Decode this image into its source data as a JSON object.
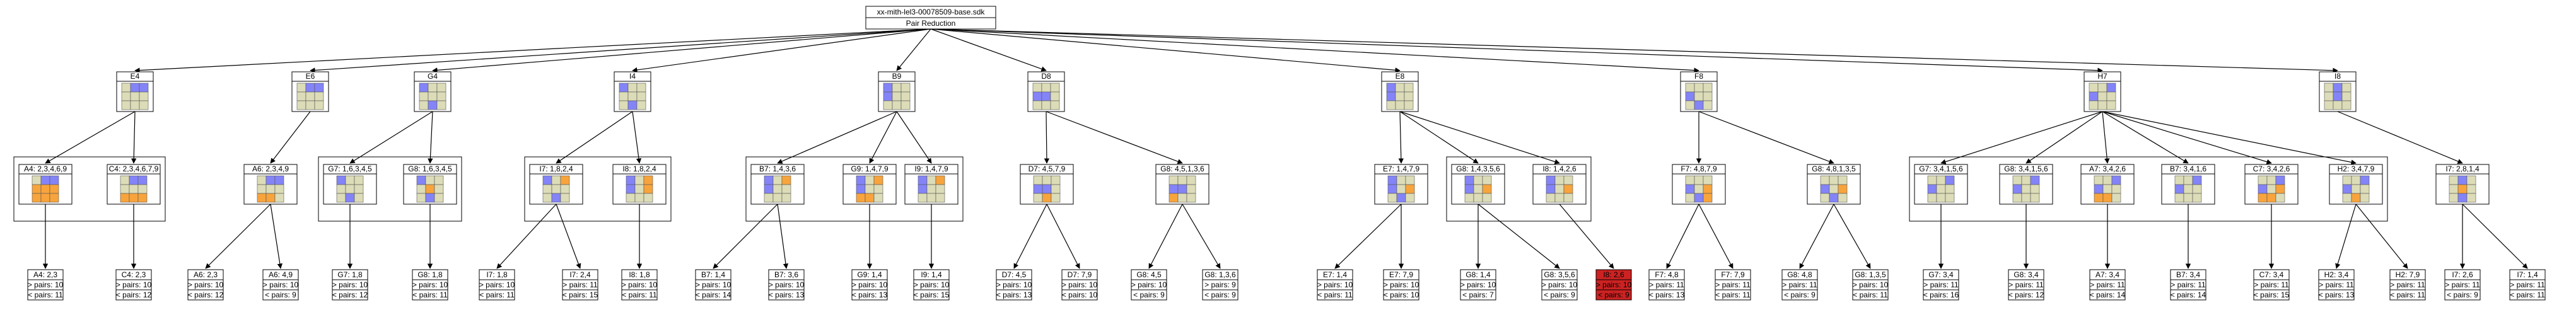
{
  "colors": {
    "cell": "#dcdcb8",
    "blue": "#8484f8",
    "orange": "#f8a43c",
    "red": "#cc2222",
    "line": "#000000"
  },
  "root": {
    "id": "xx-mith-lel3-00078509-base.sdk",
    "title": "Pair Reduction"
  },
  "level1": [
    {
      "label": "E4",
      "grid": [
        "wbb",
        "www",
        "www"
      ]
    },
    {
      "label": "E6",
      "grid": [
        "wbb",
        "www",
        "www"
      ]
    },
    {
      "label": "G4",
      "grid": [
        "bww",
        "www",
        "wbw"
      ]
    },
    {
      "label": "I4",
      "grid": [
        "bww",
        "www",
        "wbw"
      ]
    },
    {
      "label": "B9",
      "grid": [
        "bww",
        "bww",
        "www"
      ]
    },
    {
      "label": "D8",
      "grid": [
        "www",
        "bbw",
        "www"
      ]
    },
    {
      "label": "E8",
      "grid": [
        "bww",
        "bww",
        "www"
      ]
    },
    {
      "label": "F8",
      "grid": [
        "www",
        "bww",
        "wbw"
      ]
    },
    {
      "label": "H7",
      "grid": [
        "wwb",
        "bww",
        "www"
      ]
    },
    {
      "label": "I8",
      "grid": [
        "wbw",
        "wbw",
        "www"
      ]
    }
  ],
  "level2": [
    {
      "label": "A4: 2,3,4,6,9",
      "grid": [
        "wbb",
        "ooo",
        "ooo"
      ]
    },
    {
      "label": "C4: 2,3,4,6,7,9",
      "grid": [
        "wbb",
        "www",
        "ooo"
      ]
    },
    {
      "label": "A6: 2,3,4,9",
      "grid": [
        "wbb",
        "www",
        "oow"
      ]
    },
    {
      "label": "G7: 1,6,3,4,5",
      "grid": [
        "bww",
        "www",
        "wbw"
      ]
    },
    {
      "label": "G8: 1,6,3,4,5",
      "grid": [
        "bww",
        "wow",
        "wbw"
      ]
    },
    {
      "label": "I7: 1,8,2,4",
      "grid": [
        "bwo",
        "www",
        "wbw"
      ]
    },
    {
      "label": "I8: 1,8,2,4",
      "grid": [
        "bwo",
        "bwo",
        "www"
      ]
    },
    {
      "label": "B7: 1,4,3,6",
      "grid": [
        "bwo",
        "bww",
        "www"
      ]
    },
    {
      "label": "G9: 1,4,7,9",
      "grid": [
        "bwo",
        "bww",
        "oow"
      ]
    },
    {
      "label": "I9: 1,4,7,9",
      "grid": [
        "bwo",
        "bww",
        "www"
      ]
    },
    {
      "label": "D7: 4,5,7,9",
      "grid": [
        "www",
        "bbw",
        "wow"
      ]
    },
    {
      "label": "G8: 4,5,1,3,6",
      "grid": [
        "www",
        "bbw",
        "oww"
      ]
    },
    {
      "label": "E7: 1,4,7,9",
      "grid": [
        "bww",
        "bwo",
        "wbw"
      ]
    },
    {
      "label": "G8: 1,4,3,5,6",
      "grid": [
        "bww",
        "bwo",
        "www"
      ]
    },
    {
      "label": "I8: 1,4,2,6",
      "grid": [
        "bww",
        "bwo",
        "www"
      ]
    },
    {
      "label": "F7: 4,8,7,9",
      "grid": [
        "www",
        "bwo",
        "wbo"
      ]
    },
    {
      "label": "G8: 4,8,1,3,5",
      "grid": [
        "www",
        "bwo",
        "wbw"
      ]
    },
    {
      "label": "G7: 3,4,1,5,6",
      "grid": [
        "wwb",
        "bww",
        "www"
      ]
    },
    {
      "label": "G8: 3,4,1,5,6",
      "grid": [
        "wwb",
        "bww",
        "www"
      ]
    },
    {
      "label": "A7: 3,4,2,6",
      "grid": [
        "wwb",
        "bww",
        "oow"
      ]
    },
    {
      "label": "B7: 3,4,1,6",
      "grid": [
        "wwb",
        "bww",
        "www"
      ]
    },
    {
      "label": "C7: 3,4,2,6",
      "grid": [
        "wwb",
        "bwo",
        "oow"
      ]
    },
    {
      "label": "H2: 3,4,7,9",
      "grid": [
        "wwb",
        "bww",
        "wow"
      ]
    },
    {
      "label": "I7: 2,8,1,4",
      "grid": [
        "wbw",
        "wow",
        "wbw"
      ]
    }
  ],
  "leaves": [
    {
      "title": "A4: 2,3",
      "pairs": "> pairs: 10",
      "less": "< pairs: 11",
      "red": false
    },
    {
      "title": "C4: 2,3",
      "pairs": "> pairs: 10",
      "less": "< pairs: 12",
      "red": false
    },
    {
      "title": "A6: 2,3",
      "pairs": "> pairs: 10",
      "less": "< pairs: 12",
      "red": false
    },
    {
      "title": "A6: 4,9",
      "pairs": "> pairs: 10",
      "less": "< pairs: 9",
      "red": false
    },
    {
      "title": "G7: 1,8",
      "pairs": "> pairs: 10",
      "less": "< pairs: 12",
      "red": false
    },
    {
      "title": "G8: 1,8",
      "pairs": "> pairs: 10",
      "less": "< pairs: 11",
      "red": false
    },
    {
      "title": "I7: 1,8",
      "pairs": "> pairs: 10",
      "less": "< pairs: 11",
      "red": false
    },
    {
      "title": "I7: 2,4",
      "pairs": "> pairs: 11",
      "less": "< pairs: 15",
      "red": false
    },
    {
      "title": "I8: 1,8",
      "pairs": "> pairs: 10",
      "less": "< pairs: 11",
      "red": false
    },
    {
      "title": "B7: 1,4",
      "pairs": "> pairs: 10",
      "less": "< pairs: 14",
      "red": false
    },
    {
      "title": "B7: 3,6",
      "pairs": "> pairs: 10",
      "less": "< pairs: 13",
      "red": false
    },
    {
      "title": "G9: 1,4",
      "pairs": "> pairs: 10",
      "less": "< pairs: 13",
      "red": false
    },
    {
      "title": "I9: 1,4",
      "pairs": "> pairs: 10",
      "less": "< pairs: 15",
      "red": false
    },
    {
      "title": "D7: 4,5",
      "pairs": "> pairs: 10",
      "less": "< pairs: 13",
      "red": false
    },
    {
      "title": "D7: 7,9",
      "pairs": "> pairs: 10",
      "less": "< pairs: 10",
      "red": false
    },
    {
      "title": "G8: 4,5",
      "pairs": "> pairs: 10",
      "less": "< pairs: 9",
      "red": false
    },
    {
      "title": "G8: 1,3,6",
      "pairs": "> pairs: 9",
      "less": "< pairs: 9",
      "red": false
    },
    {
      "title": "E7: 1,4",
      "pairs": "> pairs: 10",
      "less": "< pairs: 11",
      "red": false
    },
    {
      "title": "E7: 7,9",
      "pairs": "> pairs: 10",
      "less": "< pairs: 10",
      "red": false
    },
    {
      "title": "G8: 1,4",
      "pairs": "> pairs: 10",
      "less": "< pairs: 7",
      "red": false
    },
    {
      "title": "G8: 3,5,6",
      "pairs": "> pairs: 10",
      "less": "< pairs: 9",
      "red": false
    },
    {
      "title": "I8: 2,6",
      "pairs": "> pairs: 10",
      "less": "< pairs: 9",
      "red": true
    },
    {
      "title": "F7: 4,8",
      "pairs": "> pairs: 11",
      "less": "< pairs: 13",
      "red": false
    },
    {
      "title": "F7: 7,9",
      "pairs": "> pairs: 11",
      "less": "< pairs: 11",
      "red": false
    },
    {
      "title": "G8: 4,8",
      "pairs": "> pairs: 11",
      "less": "< pairs: 9",
      "red": false
    },
    {
      "title": "G8: 1,3,5",
      "pairs": "> pairs: 10",
      "less": "< pairs: 11",
      "red": false
    },
    {
      "title": "G7: 3,4",
      "pairs": "> pairs: 11",
      "less": "< pairs: 16",
      "red": false
    },
    {
      "title": "G8: 3,4",
      "pairs": "> pairs: 11",
      "less": "< pairs: 12",
      "red": false
    },
    {
      "title": "A7: 3,4",
      "pairs": "> pairs: 11",
      "less": "< pairs: 14",
      "red": false
    },
    {
      "title": "B7: 3,4",
      "pairs": "> pairs: 11",
      "less": "< pairs: 14",
      "red": false
    },
    {
      "title": "C7: 3,4",
      "pairs": "> pairs: 11",
      "less": "< pairs: 15",
      "red": false
    },
    {
      "title": "H2: 3,4",
      "pairs": "> pairs: 11",
      "less": "< pairs: 13",
      "red": false
    },
    {
      "title": "H2: 7,9",
      "pairs": "> pairs: 11",
      "less": "< pairs: 11",
      "red": false
    },
    {
      "title": "I7: 2,6",
      "pairs": "> pairs: 11",
      "less": "< pairs: 9",
      "red": false
    },
    {
      "title": "I7: 1,4",
      "pairs": "> pairs: 11",
      "less": "< pairs: 11",
      "red": false
    }
  ]
}
